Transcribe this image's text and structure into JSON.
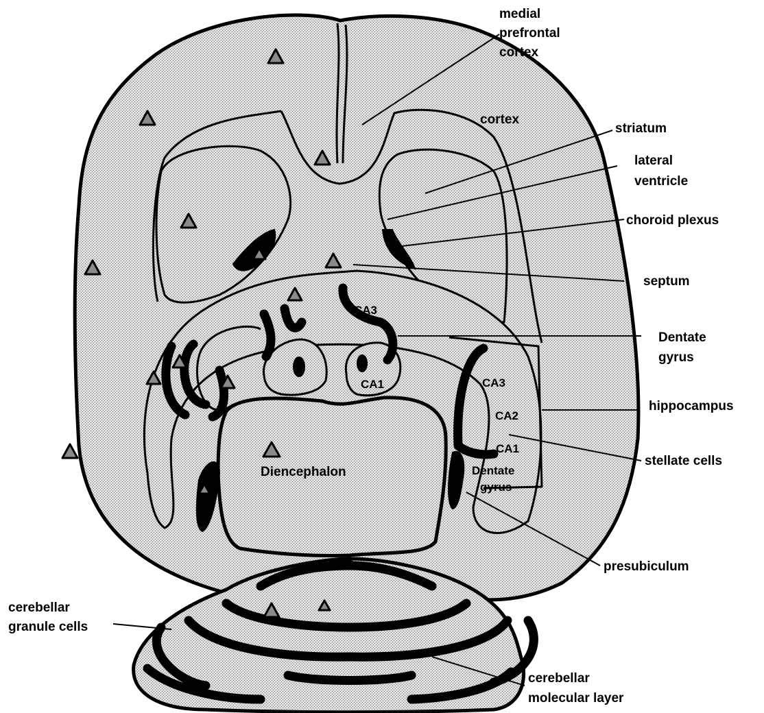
{
  "labels": {
    "medial_prefrontal_cortex": [
      "medial",
      "prefrontal",
      "cortex"
    ],
    "cortex": "cortex",
    "striatum": "striatum",
    "lateral_ventricle": [
      "lateral",
      "ventricle"
    ],
    "choroid_plexus": "choroid plexus",
    "septum": "septum",
    "dentate_gyrus": [
      "Dentate",
      "gyrus"
    ],
    "hippocampus": "hippocampus",
    "stellate_cells": "stellate cells",
    "presubiculum": "presubiculum",
    "cerebellar_granule_cells": [
      "cerebellar",
      "granule cells"
    ],
    "cerebellar_molecular_layer": [
      "cerebellar",
      "molecular layer"
    ],
    "diencephalon": "Diencephalon",
    "ca3_top": "CA3",
    "ca1_top": "CA1",
    "ca3_right": "CA3",
    "ca2_right": "CA2",
    "ca1_right": "CA1",
    "dentate_gyrus_inner": [
      "Dentate",
      "gyrus"
    ]
  },
  "colors": {
    "stipple_base": "#dedede",
    "stipple_dot": "#6e6e6e",
    "layer": "#000000",
    "marker": "#8a8a8a"
  },
  "marker_icon": "triangle-marker-icon"
}
